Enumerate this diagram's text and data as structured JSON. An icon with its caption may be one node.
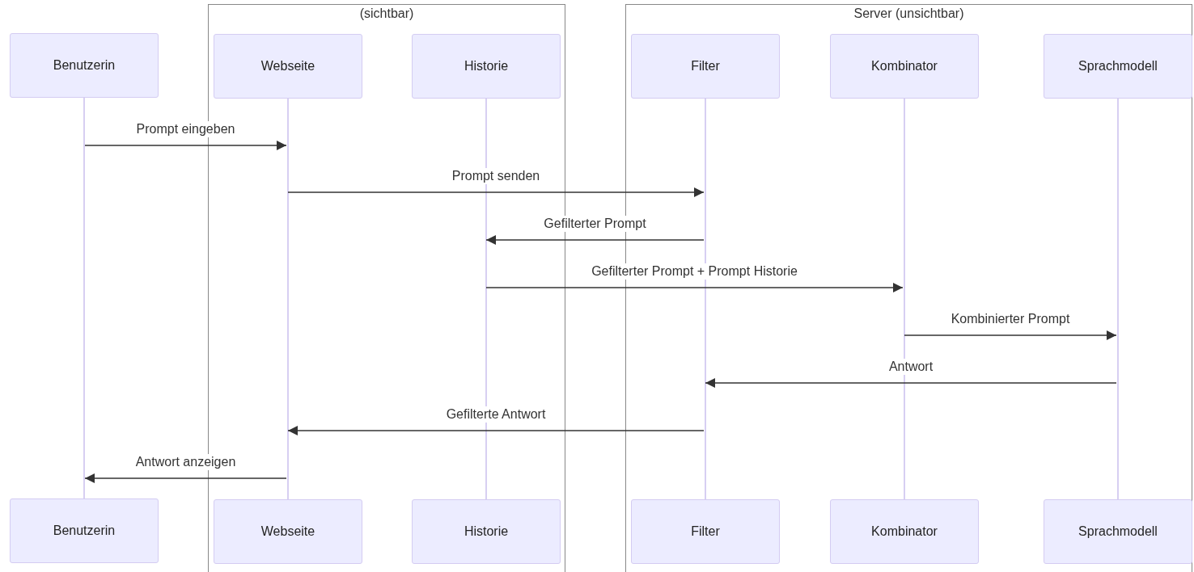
{
  "diagram": {
    "nodes": [
      {
        "text": [
          "(sichtbar)"
        ]
      },
      {
        "text": [
          "Server (unsichtbar)"
        ]
      },
      {
        "text": [
          "Benutzerin"
        ]
      },
      {
        "text": [
          "Webseite"
        ],
        "in": 0
      },
      {
        "text": [
          "Historie"
        ],
        "in": 0
      },
      {
        "text": [
          "Filter"
        ],
        "in": 1
      },
      {
        "text": [
          "Kombinator"
        ],
        "in": 1
      },
      {
        "text": [
          "Sprachmodell"
        ],
        "in": 1
      },
      {
        "text": [],
        "shape": "bar"
      },
      {
        "text": [],
        "shape": "bar",
        "in": 0
      },
      {
        "text": [],
        "shape": "bar",
        "in": 0
      },
      {
        "text": [],
        "shape": "bar",
        "in": 1
      },
      {
        "text": [],
        "shape": "bar",
        "in": 1
      },
      {
        "text": [],
        "shape": "bar",
        "in": 1
      },
      {
        "text": [
          "Benutzerin"
        ]
      },
      {
        "text": [
          "Webseite"
        ],
        "in": 0
      },
      {
        "text": [
          "Historie"
        ],
        "in": 0
      },
      {
        "text": [
          "Filter"
        ],
        "in": 1
      },
      {
        "text": [
          "Kombinator"
        ],
        "in": 1
      },
      {
        "text": [
          "Sprachmodell"
        ],
        "in": 1
      }
    ],
    "edges": [
      {
        "from": 8,
        "to": 9,
        "arrow": "to",
        "label": "Prompt eingeben"
      },
      {
        "from": 9,
        "to": 11,
        "arrow": "to",
        "label": "Prompt senden"
      },
      {
        "from": 11,
        "to": 10,
        "arrow": "to",
        "label": "Gefilterter Prompt"
      },
      {
        "from": 10,
        "to": 12,
        "arrow": "to",
        "label": "Gefilterter Prompt + Prompt Historie"
      },
      {
        "from": 12,
        "to": 13,
        "arrow": "to",
        "label": "Kombinierter Prompt"
      },
      {
        "from": 13,
        "to": 11,
        "arrow": "to",
        "label": "Antwort"
      },
      {
        "from": 11,
        "to": 9,
        "arrow": "to",
        "label": "Gefilterte Antwort"
      },
      {
        "from": 9,
        "to": 8,
        "arrow": "to",
        "label": "Antwort anzeigen"
      }
    ]
  }
}
